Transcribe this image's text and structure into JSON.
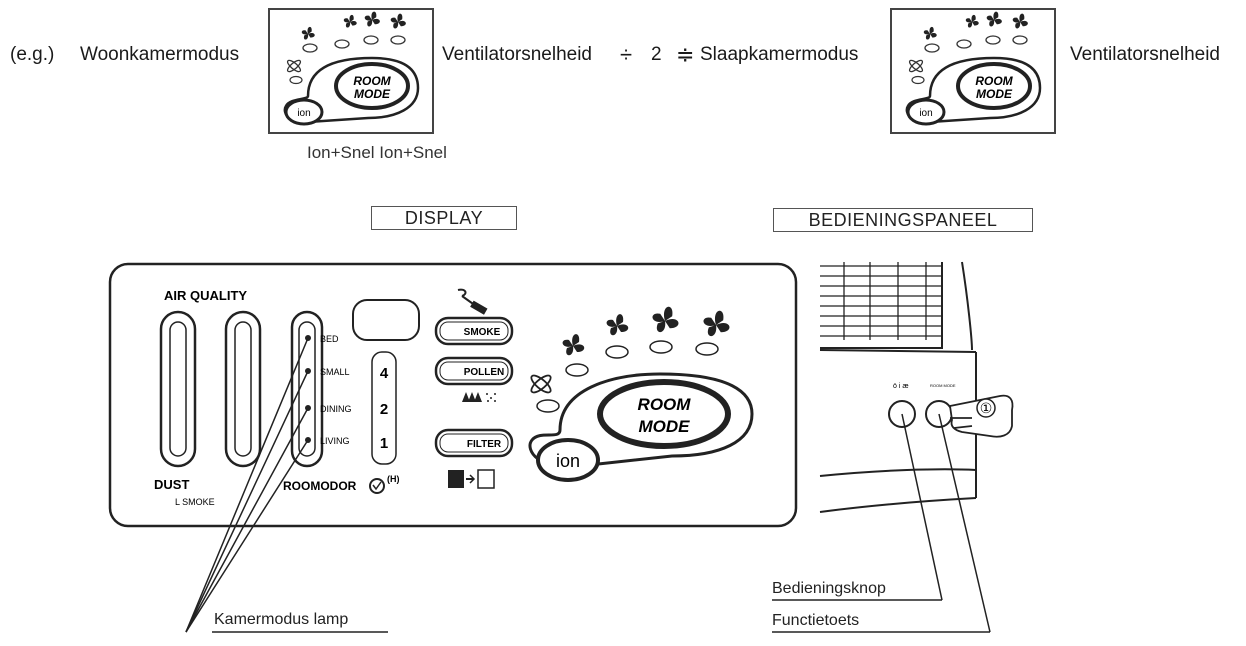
{
  "top_row": {
    "eg": "(e.g.)",
    "mode_a": "Woonkamermodus",
    "speed_a": "Ventilatorsnelheid",
    "div_sign": "÷",
    "two": "2",
    "approx_sign": "≑",
    "mode_b": "Slaapkamermodus",
    "speed_b": "Ventilatorsnelheid",
    "caption": "Ion+Snel Ion+Snel"
  },
  "thumb": {
    "room": "ROOM",
    "mode": "MODE",
    "ion": "ion"
  },
  "section_labels": {
    "display": "DISPLAY",
    "control_panel": "BEDIENINGSPANEEL"
  },
  "display": {
    "air_quality": "AIR QUALITY",
    "dust": "DUST",
    "smoke_sub": "L SMOKE",
    "rooms": [
      "BED",
      "SMALL",
      "DINING",
      "LIVING"
    ],
    "numbers": [
      "4",
      "2",
      "1"
    ],
    "roommodor": "ROOMODOR",
    "timer_h": "(H)",
    "buttons": [
      "SMOKE",
      "POLLEN",
      "FILTER"
    ],
    "room": "ROOM",
    "mode": "MODE",
    "ion": "ion"
  },
  "control_panel": {
    "marker": "①",
    "small_label_a": "ö i æ",
    "small_label_b": "ROOM MODE"
  },
  "callouts": {
    "kamer_lamp": "Kamermodus lamp",
    "bedieningsknop": "Bedieningsknop",
    "functietoets": "Functietoets"
  }
}
